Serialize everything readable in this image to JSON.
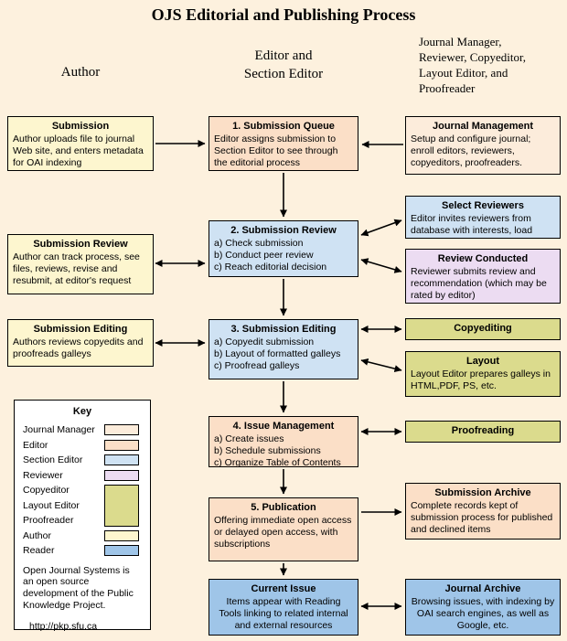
{
  "title": "OJS Editorial and Publishing Process",
  "column_headers": {
    "author": "Author",
    "editor": "Editor and\nSection Editor",
    "staff": "Journal Manager,\nReviewer, Copyeditor,\nLayout Editor, and\nProofreader"
  },
  "colors": {
    "background": "#fdf1de",
    "journal-manager": "#fcecdb",
    "editor": "#fbdfc7",
    "section-editor": "#cfe2f3",
    "reviewer": "#ecdcf2",
    "copyeditor-group": "#dbdb8d",
    "author": "#fdf6cf",
    "reader": "#9fc5e8",
    "key-bg": "#ffffff",
    "arrow": "#000000"
  },
  "author_column": {
    "submission": {
      "title": "Submission",
      "body": "Author uploads file to journal Web site, and enters metadata for OAI indexing"
    },
    "submission_review": {
      "title": "Submission Review",
      "body": "Author can track process, see files, reviews, revise and resubmit, at editor's request"
    },
    "submission_editing": {
      "title": "Submission Editing",
      "body": "Authors reviews copyedits and proofreads galleys"
    }
  },
  "editor_column": {
    "queue": {
      "title": "1. Submission Queue",
      "body": "Editor assigns submission to Section Editor to see through the editorial process"
    },
    "review": {
      "title": "2. Submission Review",
      "body": "a) Check submission\nb) Conduct peer review\nc) Reach editorial decision"
    },
    "editing": {
      "title": "3. Submission Editing",
      "body": "a) Copyedit submission\nb) Layout of formatted galleys\nc) Proofread galleys"
    },
    "issue": {
      "title": "4. Issue Management",
      "body": "a) Create issues\nb) Schedule submissions\nc) Organize Table of Contents"
    },
    "publication": {
      "title": "5. Publication",
      "body": "Offering immediate open access or delayed open access, with subscriptions"
    },
    "current_issue": {
      "title": "Current Issue",
      "body": "Items appear with Reading Tools linking to related internal and external resources"
    }
  },
  "staff_column": {
    "journal_management": {
      "title": "Journal Management",
      "body": "Setup and configure journal; enroll editors, reviewers, copyeditors, proofreaders."
    },
    "select_reviewers": {
      "title": "Select Reviewers",
      "body": "Editor invites reviewers from database with interests, load"
    },
    "review_conducted": {
      "title": "Review Conducted",
      "body": "Reviewer submits review and recommendation (which may be rated by editor)"
    },
    "copyediting": {
      "title": "Copyediting"
    },
    "layout": {
      "title": "Layout",
      "body": "Layout Editor prepares galleys in HTML,PDF, PS, etc."
    },
    "proofreading": {
      "title": "Proofreading"
    },
    "submission_archive": {
      "title": "Submission Archive",
      "body": "Complete records kept of submission process for published and declined items"
    },
    "journal_archive": {
      "title": "Journal Archive",
      "body": "Browsing issues, with indexing by OAI search engines, as well as Google, etc."
    }
  },
  "key": {
    "title": "Key",
    "entries": [
      "Journal Manager",
      "Editor",
      "Section Editor",
      "Reviewer",
      "Copyeditor",
      "Layout Editor",
      "Proofreader",
      "Author",
      "Reader"
    ],
    "note": "Open Journal Systems is an open source development of the Public Knowledge Project.",
    "url": "http://pkp.sfu.ca"
  }
}
